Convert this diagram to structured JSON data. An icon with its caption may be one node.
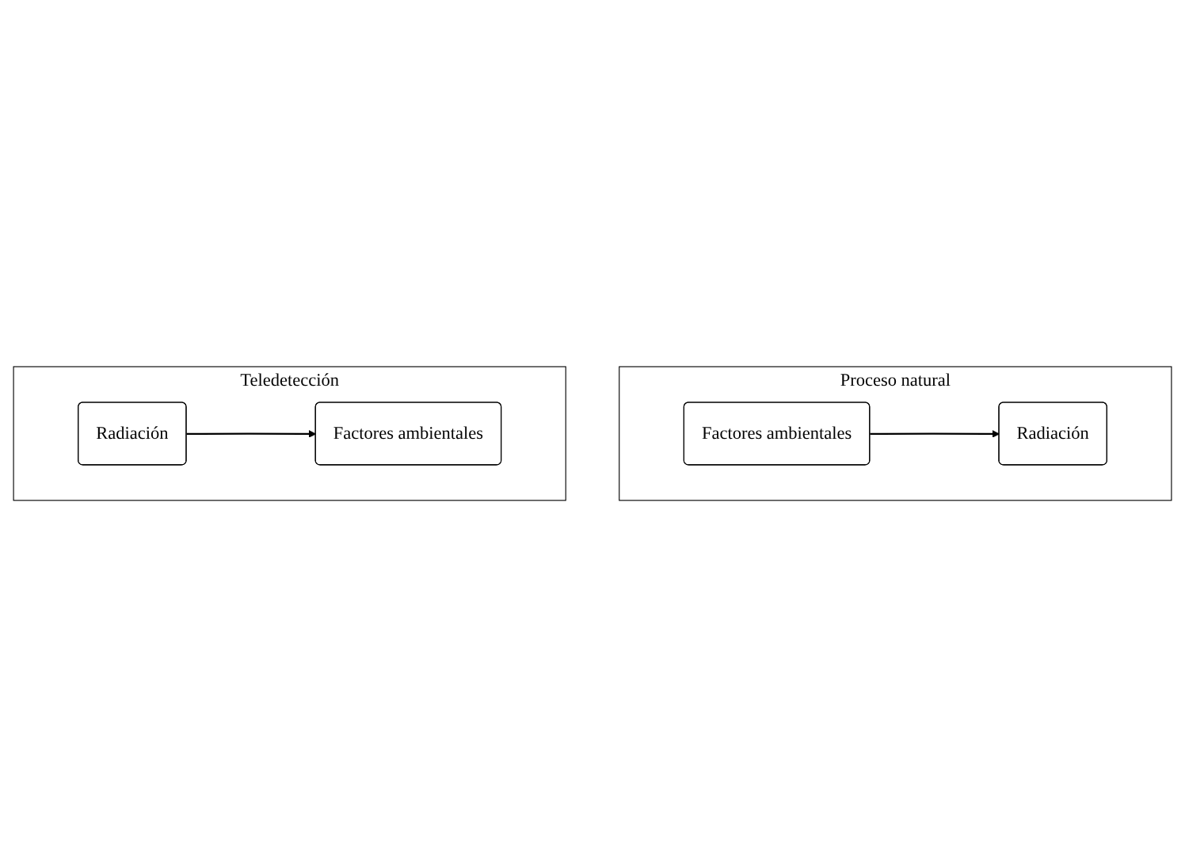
{
  "diagram": {
    "nodes": [
      {
        "text": [
          "Proceso natural"
        ]
      },
      {
        "text": [
          "Factores ambientales"
        ],
        "in": 0
      },
      {
        "text": [
          "Radiación"
        ],
        "in": 0
      },
      {
        "text": [
          "Teledetección"
        ]
      },
      {
        "text": [
          "Radiación"
        ],
        "in": 3
      },
      {
        "text": [
          "Factores ambientales"
        ],
        "in": 3
      }
    ],
    "edges": [
      {
        "from": 1,
        "to": 2,
        "arrow": "to"
      },
      {
        "from": 4,
        "to": 5,
        "arrow": "to"
      }
    ]
  }
}
